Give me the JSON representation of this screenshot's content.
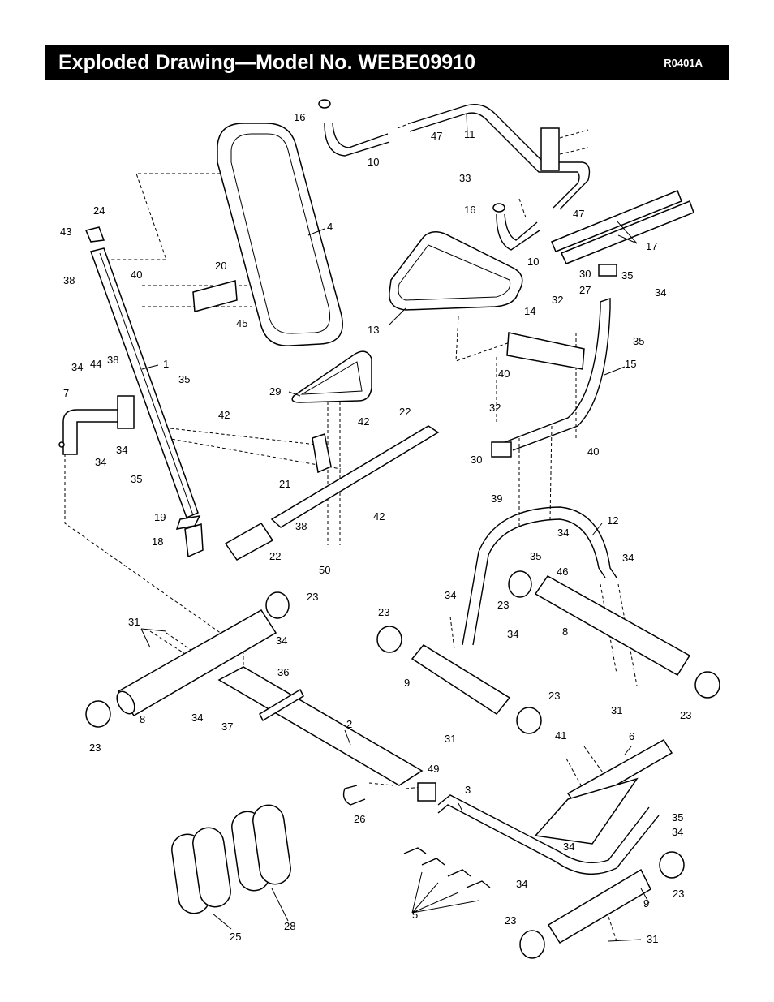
{
  "header": {
    "title": "Exploded Drawing—Model No. WEBE09910",
    "code": "R0401A"
  },
  "callouts": {
    "c1": "1",
    "c2": "2",
    "c3": "3",
    "c4": "4",
    "c5": "5",
    "c6": "6",
    "c7": "7",
    "c8a": "8",
    "c8b": "8",
    "c9a": "9",
    "c9b": "9",
    "c10a": "10",
    "c10b": "10",
    "c11": "11",
    "c12": "12",
    "c13": "13",
    "c14": "14",
    "c15": "15",
    "c16a": "16",
    "c16b": "16",
    "c17": "17",
    "c18": "18",
    "c19": "19",
    "c20": "20",
    "c21": "21",
    "c22a": "22",
    "c22b": "22",
    "c23a": "23",
    "c23b": "23",
    "c23c": "23",
    "c23d": "23",
    "c23e": "23",
    "c23f": "23",
    "c23g": "23",
    "c23h": "23",
    "c24": "24",
    "c25": "25",
    "c26": "26",
    "c27": "27",
    "c28": "28",
    "c29": "29",
    "c30a": "30",
    "c30b": "30",
    "c31a": "31",
    "c31b": "31",
    "c31c": "31",
    "c31d": "31",
    "c32a": "32",
    "c32b": "32",
    "c33": "33",
    "c34a": "34",
    "c34b": "34",
    "c34c": "34",
    "c34d": "34",
    "c34e": "34",
    "c34f": "34",
    "c34g": "34",
    "c34h": "34",
    "c34i": "34",
    "c34j": "34",
    "c34k": "34",
    "c34l": "34",
    "c34m": "34",
    "c35a": "35",
    "c35b": "35",
    "c35c": "35",
    "c35d": "35",
    "c35e": "35",
    "c35f": "35",
    "c36": "36",
    "c37": "37",
    "c38a": "38",
    "c38b": "38",
    "c38c": "38",
    "c39": "39",
    "c40a": "40",
    "c40b": "40",
    "c40c": "40",
    "c41": "41",
    "c42a": "42",
    "c42b": "42",
    "c42c": "42",
    "c43": "43",
    "c44": "44",
    "c45": "45",
    "c46": "46",
    "c47a": "47",
    "c47b": "47",
    "c49": "49",
    "c50": "50"
  }
}
